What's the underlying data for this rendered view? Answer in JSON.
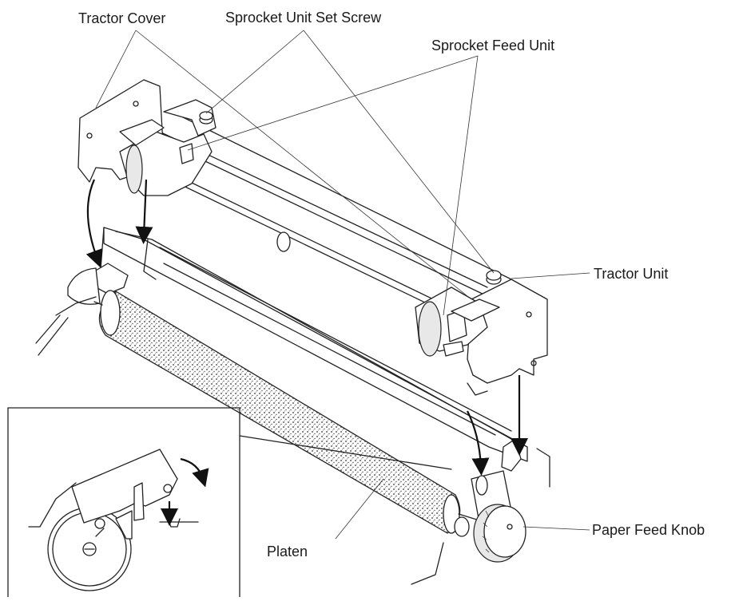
{
  "labels": {
    "tractor_cover": "Tractor Cover",
    "sprocket_unit_set_screw": "Sprocket Unit Set Screw",
    "sprocket_feed_unit": "Sprocket Feed Unit",
    "tractor_unit": "Tractor Unit",
    "platen": "Platen",
    "paper_feed_knob": "Paper Feed Knob"
  },
  "colors": {
    "line": "#222222",
    "background": "#ffffff"
  }
}
